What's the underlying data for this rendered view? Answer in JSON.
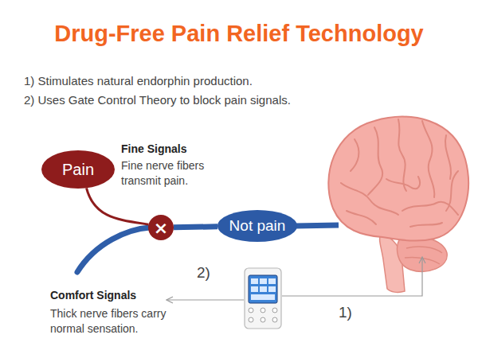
{
  "diagram": {
    "title": "Drug-Free Pain Relief Technology",
    "nodes": [
      {
        "text": [
          "Pain"
        ]
      },
      {
        "text": [
          "×"
        ]
      },
      {
        "text": [
          "Not pain"
        ]
      }
    ],
    "edges": [
      {
        "from": 0,
        "to": 1,
        "arrow": "none"
      },
      {
        "from": 1,
        "to": 2,
        "arrow": "none"
      }
    ],
    "labels": [
      "1) Stimulates natural endorphin production.",
      "2) Uses Gate Control Theory to block pain signals.",
      "Fine Signals",
      "Fine nerve fibers transmit pain.",
      "Comfort Signals",
      "Thick nerve fibers carry normal sensation.",
      "2)",
      "1)"
    ]
  }
}
